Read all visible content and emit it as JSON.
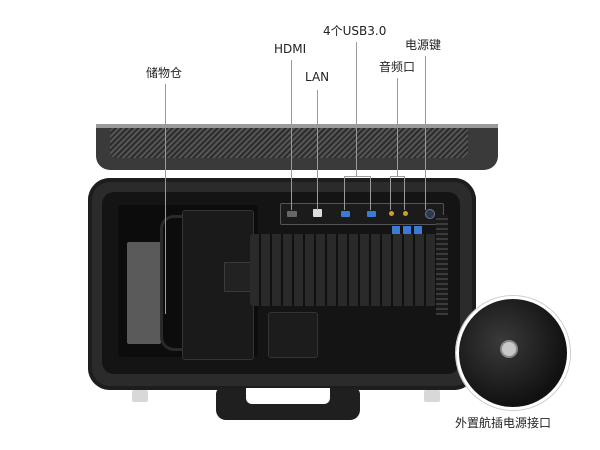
{
  "image": {
    "description": "Rugged portable computer case, open, with labeled interfaces",
    "background": "#ffffff"
  },
  "labels": {
    "storage": "储物仓",
    "hdmi": "HDMI",
    "lan": "LAN",
    "usb": "4个USB3.0",
    "audio": "音频口",
    "power_button": "电源键",
    "external_power": "外置航插电源接口"
  },
  "colors": {
    "case": "#2b2b2b",
    "usb_port": "#3a7bd5",
    "audio_port": "#c9a227",
    "leader_line": "#9a9a9a",
    "label_text": "#222222"
  }
}
